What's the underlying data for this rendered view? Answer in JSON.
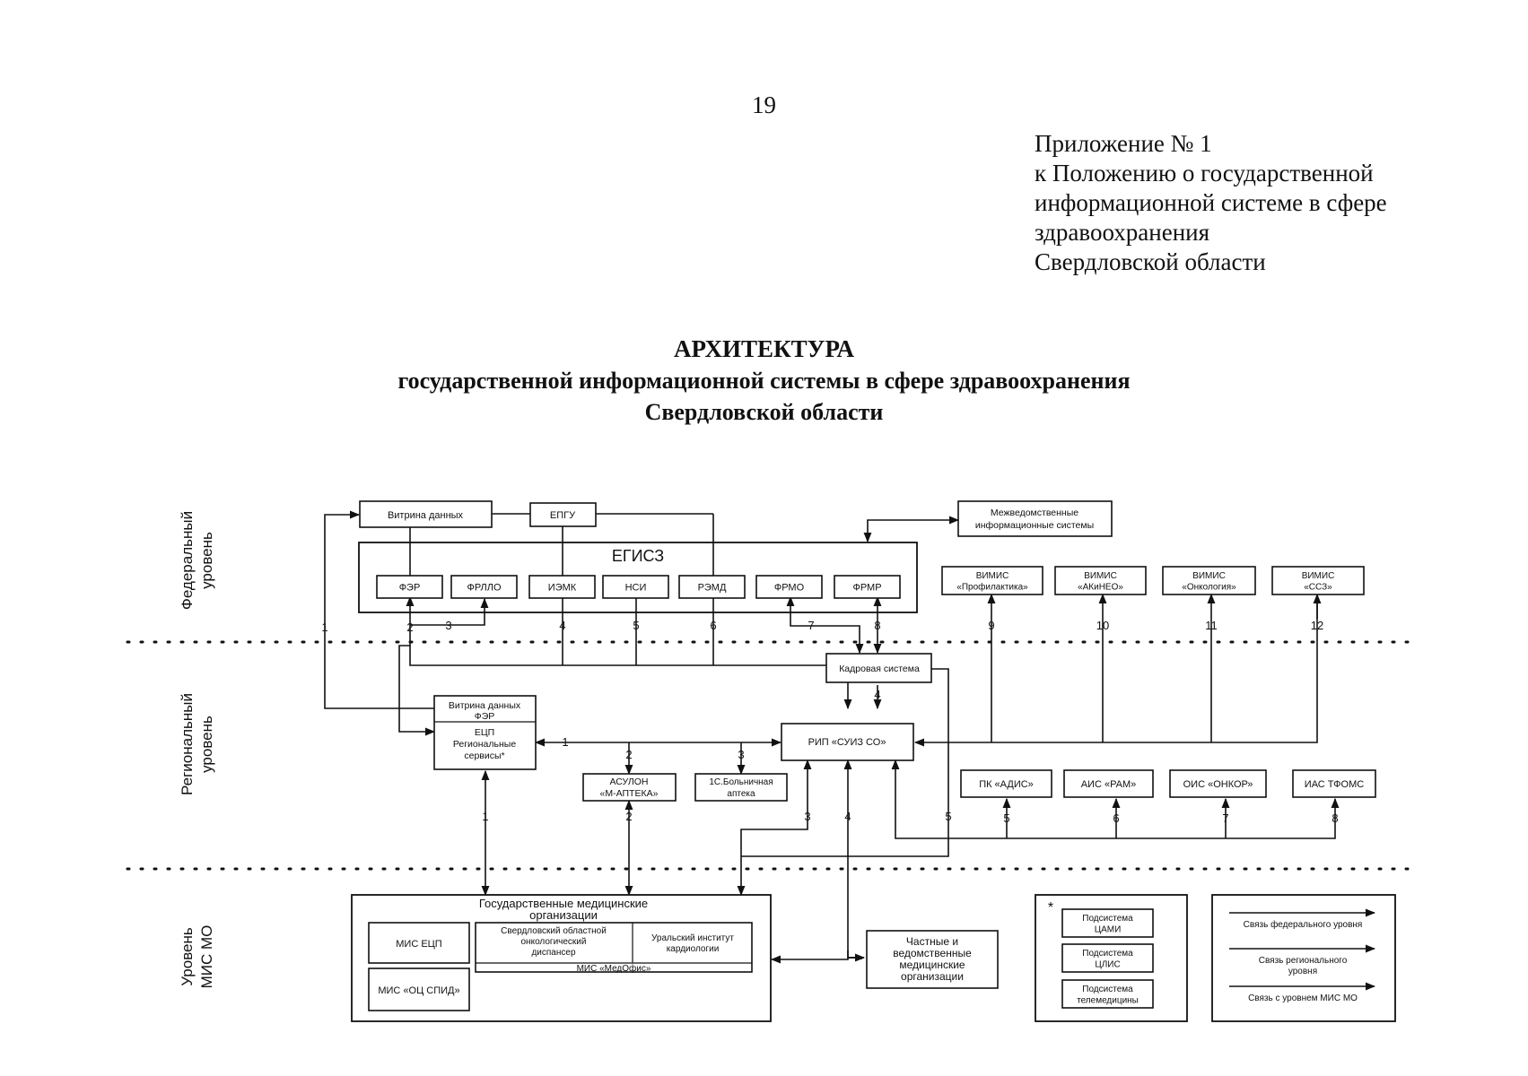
{
  "header": {
    "page_number": "19",
    "appendix_lines": [
      "Приложение № 1",
      "к Положению о государственной",
      "информационной системе в сфере",
      "здравоохранения",
      "Свердловской области"
    ]
  },
  "title": {
    "line1": "АРХИТЕКТУРА",
    "line2": "государственной информационной системы в сфере здравоохранения",
    "line3": "Свердловской области"
  },
  "levels": {
    "federal": [
      "Федеральный",
      "уровень"
    ],
    "regional": [
      "Региональный",
      "уровень"
    ],
    "mis": [
      "Уровень",
      "МИС МО"
    ]
  },
  "federal": {
    "vitrina": "Витрина данных",
    "epgu": "ЕПГУ",
    "interagency": [
      "Межведомственные",
      "информационные системы"
    ],
    "egisz": "ЕГИСЗ",
    "egisz_modules": [
      "ФЭР",
      "ФРЛЛО",
      "ИЭМК",
      "НСИ",
      "РЭМД",
      "ФРМО",
      "ФРМР"
    ],
    "vimis": [
      [
        "ВИМИС",
        "«Профилактика»"
      ],
      [
        "ВИМИС",
        "«АКиНЕО»"
      ],
      [
        "ВИМИС",
        "«Онкология»"
      ],
      [
        "ВИМИС",
        "«ССЗ»"
      ]
    ],
    "link_numbers": [
      "1",
      "2",
      "3",
      "4",
      "5",
      "6",
      "7",
      "8",
      "9",
      "10",
      "11",
      "12"
    ]
  },
  "regional": {
    "ecp": [
      "Витрина данных",
      "ФЭР",
      "ЕЦП",
      "Региональные",
      "сервисы*"
    ],
    "kadrovaya": "Кадровая система",
    "rip": "РИП «СУИЗ СО»",
    "asulon": [
      "АСУЛОН",
      "«М-АПТЕКА»"
    ],
    "bolnichnaya": [
      "1С.Больничная",
      "аптека"
    ],
    "systems": [
      "ПК «АДИС»",
      "АИС «РАМ»",
      "ОИС «ОНКОР»",
      "ИАС ТФОМС"
    ],
    "link_numbers": [
      "1",
      "2",
      "3",
      "4",
      "5",
      "6",
      "7",
      "8"
    ]
  },
  "mis": {
    "gov_title": [
      "Государственные медицинские",
      "организации"
    ],
    "mis_ecp": "МИС ЕЦП",
    "mis_ocspid": "МИС «ОЦ СПИД»",
    "oncology": [
      "Свердловский областной",
      "онкологический",
      "диспансер"
    ],
    "cardiology": [
      "Уральский институт",
      "кардиологии"
    ],
    "medofis": "МИС «МедОфис»",
    "private": [
      "Частные и",
      "ведомственные",
      "медицинские",
      "организации"
    ],
    "link_numbers": [
      "1",
      "2",
      "3",
      "4",
      "5"
    ]
  },
  "footnote": {
    "asterisk": "*",
    "items": [
      [
        "Подсистема",
        "ЦАМИ"
      ],
      [
        "Подсистема",
        "ЦЛИС"
      ],
      [
        "Подсистема",
        "телемедицины"
      ]
    ]
  },
  "legend": {
    "items": [
      "Связь федерального уровня",
      "Связь регионального уровня",
      "Связь с уровнем МИС МО"
    ]
  }
}
